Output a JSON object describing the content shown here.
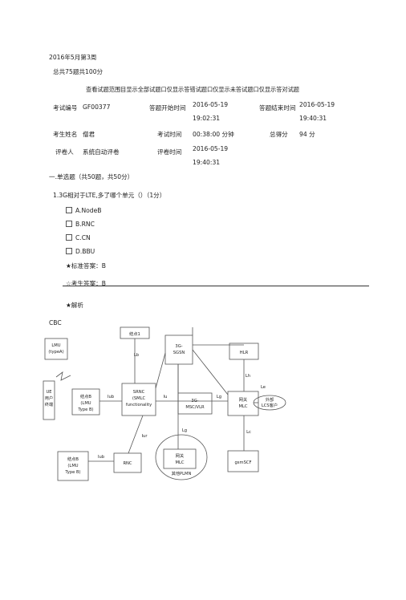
{
  "header": {
    "date": "2016年5月第3周",
    "summary": "总共75题共100分",
    "filter_bar": "查看试题范围目显示全部试题口仅显示答错试题口仅显示未答试题口仅显示答对试题"
  },
  "info": {
    "exam_no_label": "考试编号",
    "exam_no": "GF00377",
    "start_label": "答题开始时间",
    "start_date": "2016-05-19",
    "start_time": "19:02:31",
    "end_label": "答题结束时间",
    "end_date": "2016-05-19",
    "end_time": "19:40:31",
    "name_label": "考生姓名",
    "name": "僧君",
    "duration_label": "考试时间",
    "duration": "00:38:00 分钟",
    "score_label": "总得分",
    "score": "94 分",
    "grader_label": "评卷人",
    "grader": "系统自动评卷",
    "grade_time_label": "评卷时间",
    "grade_date": "2016-05-19",
    "grade_time": "19:40:31"
  },
  "section": "一.单选题（共50题，共50分）",
  "question": {
    "text": "1.3G相对于LTE,多了哪个单元（）（1分）",
    "options": [
      "A.NodeB",
      "B.RNC",
      "C.CN",
      "D.BBU"
    ],
    "std_answer": "★标准答案：B",
    "your_answer": "☆考生答案：B",
    "analysis": "★解析"
  },
  "diagram": {
    "cbc": "CBC",
    "lmu_a": [
      "LMU",
      "(typeA)"
    ],
    "node1": "结点1",
    "lb_lbc": "Lb",
    "sgsn": [
      "3G-",
      "SGSN"
    ],
    "hlr": "HLR",
    "lh": "Lh",
    "ue": [
      "UE",
      "用户",
      "终端"
    ],
    "nodeb_a": [
      "结点B",
      "(LMU",
      "Type B)"
    ],
    "iub": "Iub",
    "srnc": [
      "SRNC",
      "(SMLC",
      "functionality"
    ],
    "iu": "Iu",
    "msc": [
      "3G-",
      "MSC/VLR"
    ],
    "lg": "Lg",
    "gmlc": [
      "网关",
      "MLC"
    ],
    "le": "Le",
    "lcs": [
      "外部",
      "LCS客户"
    ],
    "iur": "Iur",
    "lg2": "Lg",
    "lc": "Lc",
    "nodeb_b": [
      "结点B",
      "(LMU",
      "Type B)"
    ],
    "iub2": "Iub",
    "rnc": "RNC",
    "mlc2": [
      "网关",
      "MLC"
    ],
    "plmn": "其他PLMN",
    "gsmscf": "gsmSCF"
  }
}
